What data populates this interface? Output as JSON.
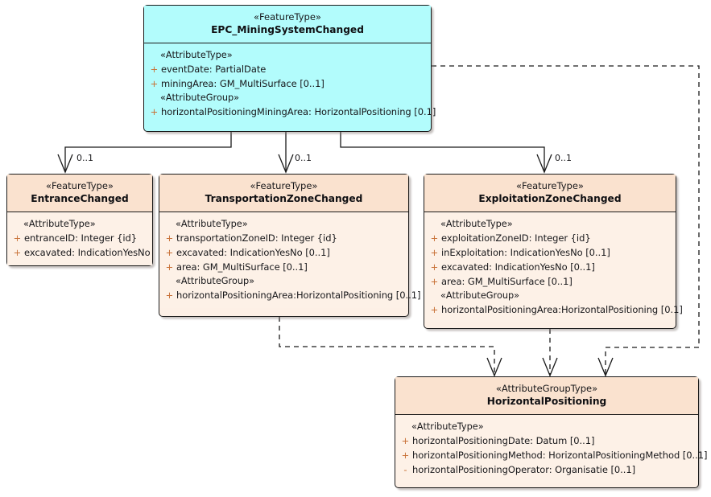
{
  "diagram": {
    "type": "uml-class-diagram",
    "colors": {
      "cyan_fill": "#b2fcfc",
      "peach_header": "#fae2cf",
      "peach_body": "#fdf1e7",
      "line": "#1a1a1a",
      "visibility": "#c87137"
    }
  },
  "classes": {
    "mining_system": {
      "stereotype": "«FeatureType»",
      "name": "EPC_MiningSystemChanged",
      "sections": [
        {
          "label": "«AttributeType»",
          "attributes": [
            {
              "visibility": "+",
              "text": "eventDate: PartialDate"
            },
            {
              "visibility": "+",
              "text": "miningArea: GM_MultiSurface [0..1]"
            }
          ]
        },
        {
          "label": "«AttributeGroup»",
          "attributes": [
            {
              "visibility": "+",
              "text": "horizontalPositioningMiningArea: HorizontalPositioning [0.1]"
            }
          ]
        }
      ]
    },
    "entrance": {
      "stereotype": "«FeatureType»",
      "name": "EntranceChanged",
      "sections": [
        {
          "label": "«AttributeType»",
          "attributes": [
            {
              "visibility": "+",
              "text": "entranceID: Integer {id}"
            },
            {
              "visibility": "+",
              "text": "excavated: IndicationYesNo"
            }
          ]
        }
      ]
    },
    "transportation_zone": {
      "stereotype": "«FeatureType»",
      "name": "TransportationZoneChanged",
      "sections": [
        {
          "label": "«AttributeType»",
          "attributes": [
            {
              "visibility": "+",
              "text": "transportationZoneID: Integer {id}"
            },
            {
              "visibility": "+",
              "text": "excavated: IndicationYesNo [0..1]"
            },
            {
              "visibility": "+",
              "text": "area: GM_MultiSurface [0..1]"
            }
          ]
        },
        {
          "label": "«AttributeGroup»",
          "attributes": [
            {
              "visibility": "+",
              "text": "horizontalPositioningArea:HorizontalPositioning [0..1]"
            }
          ]
        }
      ]
    },
    "exploitation_zone": {
      "stereotype": "«FeatureType»",
      "name": "ExploitationZoneChanged",
      "sections": [
        {
          "label": "«AttributeType»",
          "attributes": [
            {
              "visibility": "+",
              "text": "exploitationZoneID: Integer {id}"
            },
            {
              "visibility": "+",
              "text": "inExploitation: IndicationYesNo [0..1]"
            },
            {
              "visibility": "+",
              "text": "excavated: IndicationYesNo [0..1]"
            },
            {
              "visibility": "+",
              "text": "area: GM_MultiSurface [0..1]"
            }
          ]
        },
        {
          "label": "«AttributeGroup»",
          "attributes": [
            {
              "visibility": "+",
              "text": "horizontalPositioningArea:HorizontalPositioning [0.1]"
            }
          ]
        }
      ]
    },
    "horizontal_positioning": {
      "stereotype": "«AttributeGroupType»",
      "name": "HorizontalPositioning",
      "sections": [
        {
          "label": "«AttributeType»",
          "attributes": [
            {
              "visibility": "+",
              "text": "horizontalPositioningDate: Datum [0..1]"
            },
            {
              "visibility": "+",
              "text": "horizontalPositioningMethod: HorizontalPositioningMethod [0..1]"
            },
            {
              "visibility": "-",
              "text": "horizontalPositioningOperator: Organisatie [0..1]"
            }
          ]
        }
      ]
    }
  },
  "associations": [
    {
      "from": "mining_system",
      "to": "entrance",
      "multiplicity": "0..1"
    },
    {
      "from": "mining_system",
      "to": "transportation_zone",
      "multiplicity": "0..1"
    },
    {
      "from": "mining_system",
      "to": "exploitation_zone",
      "multiplicity": "0..1"
    }
  ],
  "dependencies": [
    {
      "from": "transportation_zone",
      "to": "horizontal_positioning"
    },
    {
      "from": "exploitation_zone",
      "to": "horizontal_positioning"
    },
    {
      "from": "mining_system",
      "to": "horizontal_positioning"
    }
  ]
}
